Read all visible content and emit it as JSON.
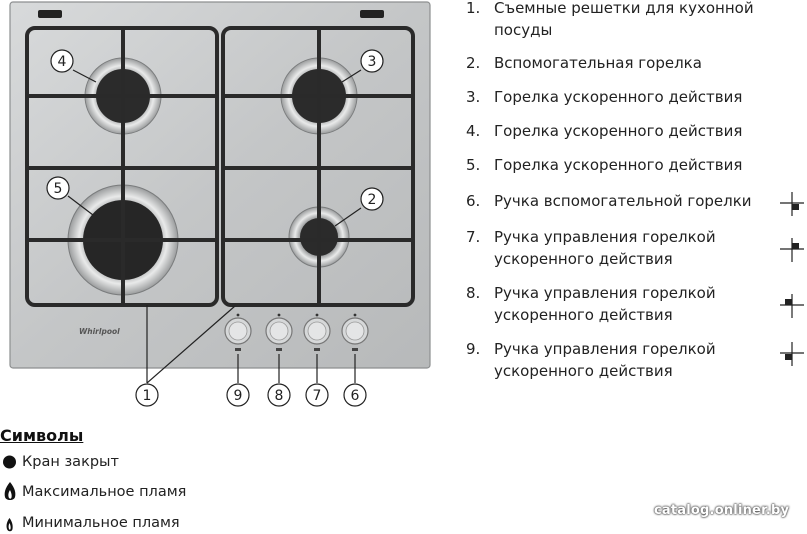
{
  "callouts": [
    "1",
    "2",
    "3",
    "4",
    "5",
    "6",
    "7",
    "8",
    "9"
  ],
  "brand": "Whirlpool",
  "legend": [
    {
      "num": "1.",
      "text": "Съемные решетки для кухонной посуды"
    },
    {
      "num": "2.",
      "text": "Вспомогательная горелка"
    },
    {
      "num": "3.",
      "text": "Горелка ускоренного действия"
    },
    {
      "num": "4.",
      "text": "Горелка ускоренного действия"
    },
    {
      "num": "5.",
      "text": "Горелка ускоренного действия"
    },
    {
      "num": "6.",
      "text": "Ручка вспомогательной горелки"
    },
    {
      "num": "7.",
      "text": "Ручка управления горелкой ускоренного действия"
    },
    {
      "num": "8.",
      "text": "Ручка управления горелкой ускоренного действия"
    },
    {
      "num": "9.",
      "text": "Ручка управления горелкой ускоренного действия"
    }
  ],
  "symbols": {
    "title": "Символы",
    "items": [
      {
        "icon": "closed-circle-icon",
        "text": "Кран закрыт"
      },
      {
        "icon": "large-flame-icon",
        "text": "Максимальное пламя"
      },
      {
        "icon": "small-flame-icon",
        "text": "Минимальное пламя"
      }
    ]
  },
  "watermark": "catalog.onliner.by",
  "colors": {
    "steel": "#c9cbcc",
    "grate": "#2a2a2a",
    "burner": "#2b2b2b"
  }
}
